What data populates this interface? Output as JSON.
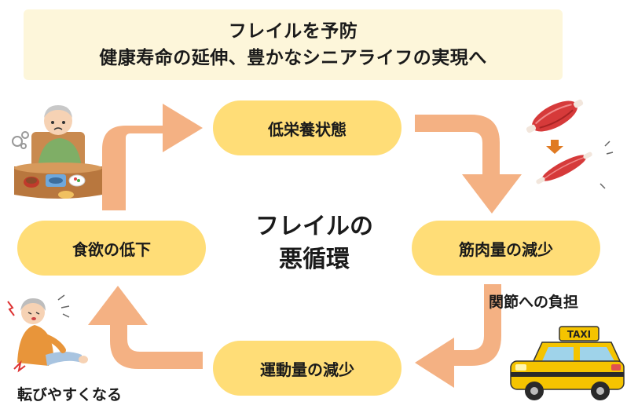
{
  "banner": {
    "line1": "フレイルを予防",
    "line2": "健康寿命の延伸、豊かなシニアライフの実現へ"
  },
  "cycle": {
    "top": "低栄養状態",
    "right": "筋肉量の減少",
    "bottom": "運動量の減少",
    "left": "食欲の低下"
  },
  "center": {
    "line1": "フレイルの",
    "line2": "悪循環"
  },
  "captions": {
    "joint": "関節への負担",
    "fall": "転びやすくなる"
  },
  "taxi": {
    "sign": "TAXI"
  },
  "colors": {
    "banner_bg": "#fdf6da",
    "pill": "#ffdd77",
    "arrow": "#f4b183"
  }
}
